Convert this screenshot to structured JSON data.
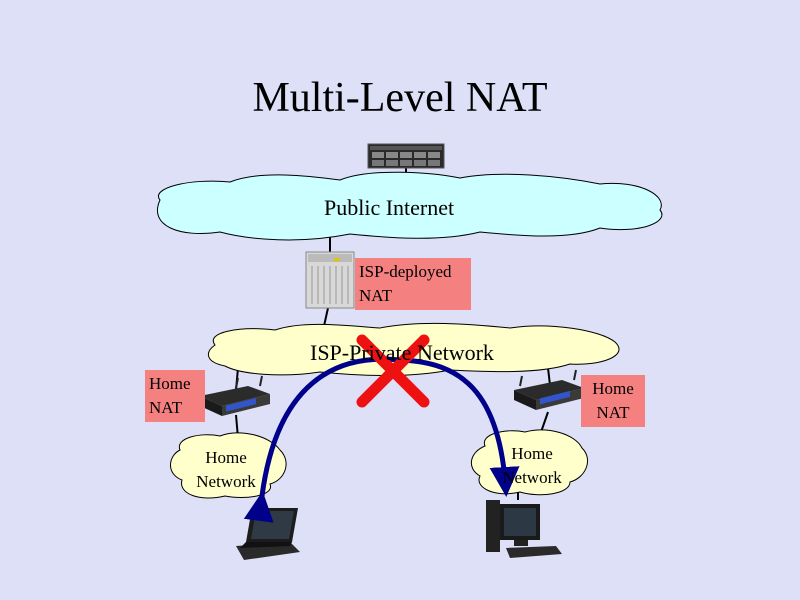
{
  "slide": {
    "title": "Multi-Level NAT"
  },
  "clouds": {
    "public_internet": "Public Internet",
    "isp_network": "ISP-Private Network",
    "home_network_left": [
      "Home",
      "Network"
    ],
    "home_network_right": [
      "Home",
      "Network"
    ]
  },
  "nat_labels": {
    "isp_nat": [
      "ISP-deployed",
      "NAT"
    ],
    "home_nat_left": [
      "Home",
      "NAT"
    ],
    "home_nat_right": [
      "Home",
      "NAT"
    ]
  },
  "colors": {
    "background": "#dde0f7",
    "internet_cloud": "#ccffff",
    "isp_cloud": "#ffffcc",
    "home_cloud": "#ffffcc",
    "nat_label_bg": "#f58080",
    "arrow": "#00008b",
    "blocked_x": "#ee1111"
  },
  "icons": {
    "server": "rack-server-icon",
    "isp_nat_device": "carrier-grade-nat-icon",
    "home_router": "home-router-icon",
    "laptop": "laptop-icon",
    "desktop": "desktop-computer-icon",
    "blocked": "red-x-icon"
  }
}
